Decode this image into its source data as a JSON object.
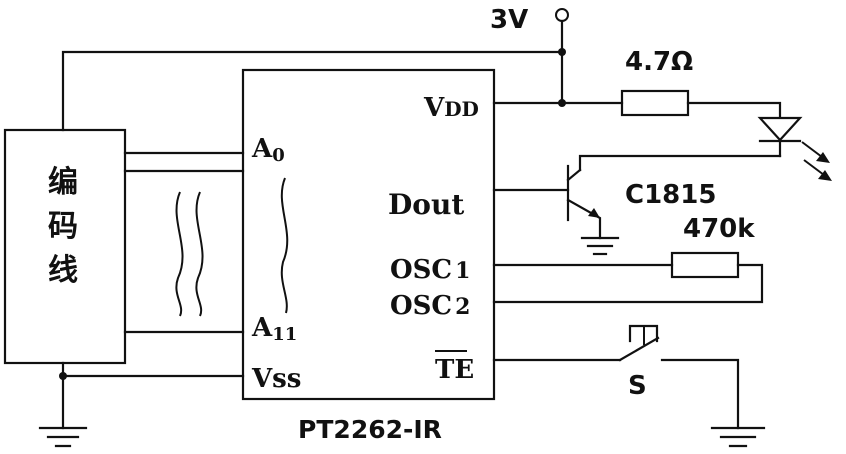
{
  "supply": {
    "voltage": "3V"
  },
  "resistor_led": {
    "value": "4.7Ω"
  },
  "transistor": {
    "name": "C1815"
  },
  "resistor_osc": {
    "value": "470k"
  },
  "encoder": {
    "chars": [
      "编",
      "码",
      "线"
    ]
  },
  "chip": {
    "name": "PT2262-IR",
    "pins": {
      "a0": {
        "main": "A",
        "sub": "0"
      },
      "a11": {
        "main": "A",
        "sub": "11"
      },
      "vss": "Vss",
      "vdd": {
        "main": "V",
        "sub": "DD"
      },
      "dout": "Dout",
      "osc1": {
        "main": "OSC",
        "sub": "1"
      },
      "osc2": {
        "main": "OSC",
        "sub": "2"
      },
      "te": "TE"
    }
  },
  "switch": {
    "name": "S"
  }
}
